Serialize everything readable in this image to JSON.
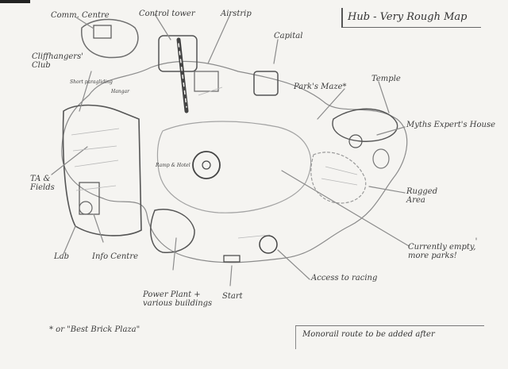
{
  "map": {
    "title": "Hub - Very Rough Map",
    "footer_note": "Monorail route to be added after",
    "labels": {
      "comm_centre": "Comm. Centre",
      "control_tower": "Control tower",
      "airstrip": "Airstrip",
      "capital": "Capital",
      "cliffhangers_club": "Cliffhangers' Club",
      "short_paragliding": "Short paragliding",
      "parks_maze": "Park's Maze*",
      "temple": "Temple",
      "myths_expert_house": "Myths Expert's House",
      "ta_fields": "TA & Fields",
      "rugged_area": "Rugged Area",
      "currently_empty": "Currently empty, more parks!",
      "lab": "Lab",
      "info_centre": "Info Centre",
      "access_to_racing": "Access to racing",
      "start": "Start",
      "power_plant": "Power Plant + various buildings",
      "footnote": "* or \"Best Brick Plaza\"",
      "sign_1": "Hangar",
      "sign_2": "Ramp & Hotel"
    }
  }
}
